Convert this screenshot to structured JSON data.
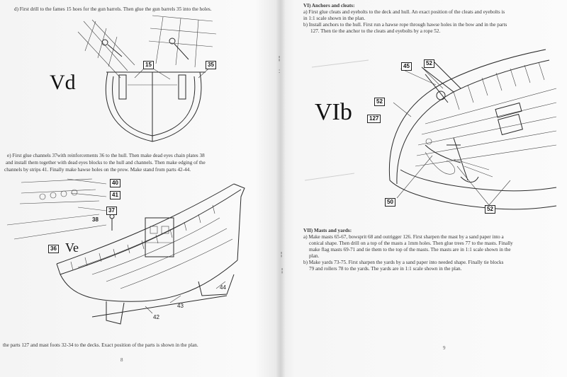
{
  "left_page": {
    "step_d": "d) First drill to the fames 15 hoes for the gun barrels. Then glue the gun barrels 35 into the holes.",
    "label_Vd": "Vd",
    "callout_15": "15",
    "callout_35": "35",
    "step_e_line1": "e) First glue channels 37with reinforcements 36 to the hull. Then make dead eyes chain plates 38",
    "step_e_line2": "and install them together with dead eyes blocks to the hull and channels. Then make edging of the",
    "step_e_line3": "channels by strips 41. Finally make hawse holes on the prow. Make stand from parts 42-44.",
    "label_Ve": "Ve",
    "callout_40": "40",
    "callout_41": "41",
    "callout_37": "37",
    "callout_38": "38",
    "callout_36": "36",
    "callout_44": "44",
    "callout_43": "43",
    "callout_42": "42",
    "bottom_note": "the parts 127 and mast foots 32-34 to the decks. Exact position of the parts is shown in the plan.",
    "page_number": "8"
  },
  "right_page": {
    "section_vi_title": "VI) Anchors and cleats:",
    "vi_a_line1": "a) First glue cleats and eyebolts to the deck and hull. An exact position of the cleats and eyebolts is",
    "vi_a_line2": "in 1:1 scale shown in the plan.",
    "vi_b_line1": "b) Install anchors to the hull. First run a hawse rope through hawse holes in the bow and in the parts",
    "vi_b_line2": "127. Then tie the anchor to the cleats and eyebolts by a rope 52.",
    "label_VIb": "VIb",
    "callout_45": "45",
    "callout_52_top": "52",
    "callout_52_left": "52",
    "callout_127": "127",
    "callout_50": "50",
    "callout_52_bottom": "52",
    "section_vii_title": "VII) Masts and yards:",
    "vii_a_line1": "a) Make masts 65-67, bowsprit 68 and outrigger 126. First sharpen the mast by a sand paper into a",
    "vii_a_line2": "conical shape. Then drill on a top of the masts a 1mm holes. Then glue trees 77 to the masts. Finally",
    "vii_a_line3": "make flag masts 69-71 and tie them to the top of the masts. The masts are in 1:1 scale shown in the",
    "vii_a_line4": "plan.",
    "vii_b_line1": "b) Make yards 73-75. First sharpen the yards by a sand paper into needed shape. Finally tie blocks",
    "vii_b_line2": "79 and rollers 78 to the yards. The yards are in 1:1 scale shown in the plan.",
    "page_number": "9"
  }
}
